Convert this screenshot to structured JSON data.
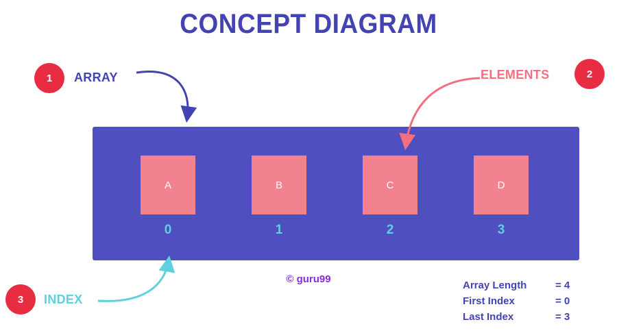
{
  "title": "CONCEPT DIAGRAM",
  "colors": {
    "indigo": "#4343b2",
    "rect": "#4f4fc0",
    "pink": "#f2828e",
    "pinktext": "#f4707f",
    "red": "#e82c41",
    "cyan": "#5fd0de",
    "purple": "#8a2bd8"
  },
  "callouts": {
    "array": {
      "number": "1",
      "label": "ARRAY"
    },
    "elements": {
      "number": "2",
      "label": "ELEMENTS"
    },
    "index": {
      "number": "3",
      "label": "INDEX"
    }
  },
  "array": {
    "elements": [
      "A",
      "B",
      "C",
      "D"
    ],
    "indices": [
      "0",
      "1",
      "2",
      "3"
    ]
  },
  "copyright": "© guru99",
  "stats": [
    {
      "label": "Array Length",
      "value": "= 4"
    },
    {
      "label": "First Index",
      "value": "= 0"
    },
    {
      "label": "Last Index",
      "value": "= 3"
    }
  ]
}
